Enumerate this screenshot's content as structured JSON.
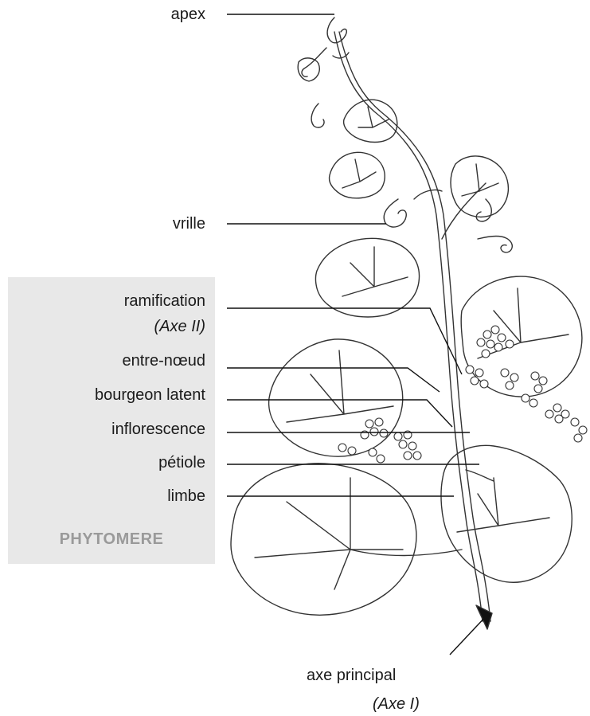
{
  "labels": {
    "apex": "apex",
    "vrille": "vrille",
    "ramification": "ramification",
    "axe_ii": "(Axe II)",
    "entre_noeud": "entre-nœud",
    "bourgeon_latent": "bourgeon latent",
    "inflorescence": "inflorescence",
    "petiole": "pétiole",
    "limbe": "limbe",
    "axe_principal": "axe principal",
    "axe_i": "(Axe I)"
  },
  "group_title": "PHYTOMERE",
  "colors": {
    "group_box": "#e8e8e8",
    "group_title": "#9a9a9a",
    "ink": "#1b1b1b"
  }
}
